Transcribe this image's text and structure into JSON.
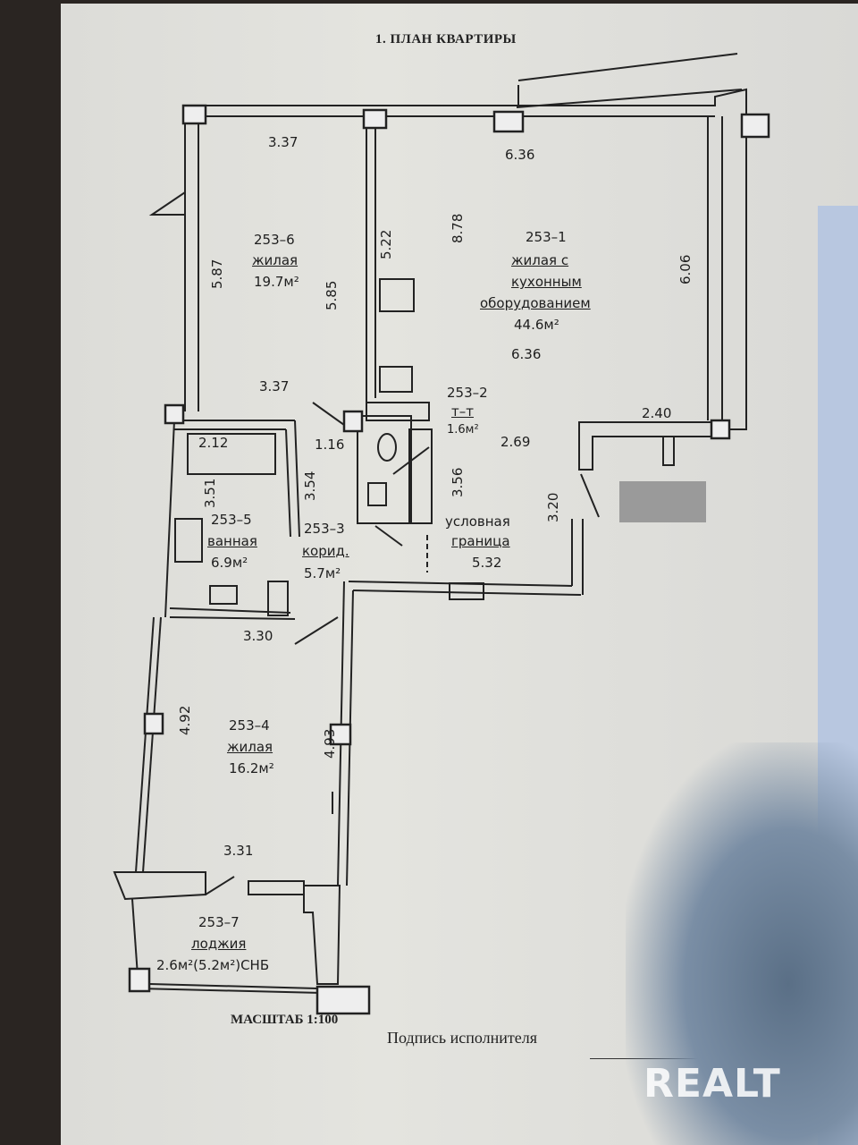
{
  "document": {
    "title": "1. ПЛАН КВАРТИРЫ",
    "scale": "МАСШТАБ 1:100",
    "signature_label": "Подпись исполнителя",
    "watermark": "REALT"
  },
  "rooms": {
    "r6": {
      "id": "253–6",
      "name": "жилая",
      "area": "19.7м²"
    },
    "r1": {
      "id": "253–1",
      "name_line1": "жилая с",
      "name_line2": "кухонным",
      "name_line3": "оборудованием",
      "area": "44.6м²"
    },
    "r2": {
      "id": "253–2",
      "name": "т–т",
      "area": "1.6м²"
    },
    "r5": {
      "id": "253–5",
      "name": "ванная",
      "area": "6.9м²"
    },
    "r3": {
      "id": "253–3",
      "name": "корид.",
      "area": "5.7м²"
    },
    "r4": {
      "id": "253–4",
      "name": "жилая",
      "area": "16.2м²"
    },
    "r7": {
      "id": "253–7",
      "name": "лоджия",
      "area": "2.6м²(5.2м²)СНБ"
    },
    "boundary": {
      "line1": "условная",
      "line2": "граница"
    }
  },
  "dimensions": {
    "d337_top": "3.37",
    "d636_top": "6.36",
    "d522": "5.22",
    "d878": "8.78",
    "d606": "6.06",
    "d587": "5.87",
    "d585": "5.85",
    "d636_mid": "6.36",
    "d337_mid": "3.37",
    "d116": "1.16",
    "d269": "2.69",
    "d240": "2.40",
    "d212": "2.12",
    "d351": "3.51",
    "d354": "3.54",
    "d356": "3.56",
    "d320": "3.20",
    "d532": "5.32",
    "d330": "3.30",
    "d492": "4.92",
    "d493": "4.93",
    "d331": "3.31"
  }
}
